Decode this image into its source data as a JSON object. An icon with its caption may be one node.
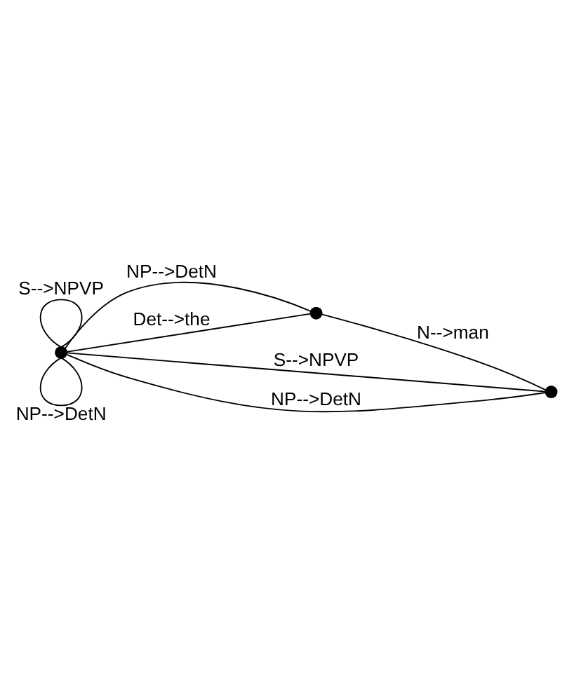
{
  "diagram": {
    "nodes": [
      {
        "text": [],
        "shape": "circle"
      },
      {
        "text": [],
        "shape": "circle"
      },
      {
        "text": [],
        "shape": "circle"
      }
    ],
    "edges": [
      {
        "from": 0,
        "to": 2,
        "arrow": "none",
        "label": "S-->NPVP"
      },
      {
        "from": 0,
        "to": 2,
        "arrow": "none",
        "label": "NP-->DetN"
      },
      {
        "from": 0,
        "to": 0,
        "arrow": "none",
        "label": "S-->NPVP"
      },
      {
        "from": 0,
        "to": 1,
        "arrow": "none",
        "label": "NP-->DetN"
      },
      {
        "from": 0,
        "to": 1,
        "arrow": "none",
        "label": "Det-->the"
      },
      {
        "from": 1,
        "to": 2,
        "arrow": "none",
        "label": "N-->man"
      },
      {
        "from": 0,
        "to": 0,
        "arrow": "none",
        "label": "NP-->DetN"
      }
    ]
  }
}
